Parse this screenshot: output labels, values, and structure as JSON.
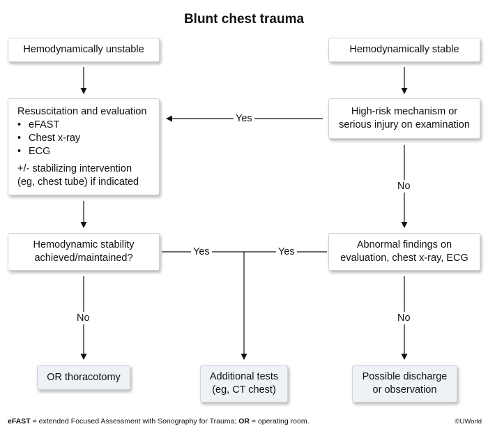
{
  "title": "Blunt chest trauma",
  "boxes": {
    "unstable": "Hemodynamically unstable",
    "stable": "Hemodynamically stable",
    "resuscitation": {
      "heading": "Resuscitation and evaluation",
      "items": [
        "eFAST",
        "Chest x-ray",
        "ECG"
      ],
      "note_line1": "+/- stabilizing intervention",
      "note_line2": "(eg, chest tube) if indicated"
    },
    "high_risk": {
      "line1": "High-risk mechanism or",
      "line2": "serious injury on examination"
    },
    "stability": {
      "line1": "Hemodynamic stability",
      "line2": "achieved/maintained?"
    },
    "abnormal": {
      "line1": "Abnormal findings on",
      "line2": "evaluation, chest x-ray, ECG"
    },
    "thoracotomy": "OR thoracotomy",
    "additional": {
      "line1": "Additional tests",
      "line2": "(eg, CT chest)"
    },
    "discharge": {
      "line1": "Possible discharge",
      "line2": "or observation"
    }
  },
  "labels": {
    "yes_top": "Yes",
    "no_right_top": "No",
    "yes_left_mid": "Yes",
    "yes_right_mid": "Yes",
    "no_left_bottom": "No",
    "no_right_bottom": "No"
  },
  "footnote": {
    "term1": "eFAST",
    "def1": " = extended Focused Assessment with Sonography for Trauma; ",
    "term2": "OR",
    "def2": " = operating room."
  },
  "copyright": "©UWorld"
}
